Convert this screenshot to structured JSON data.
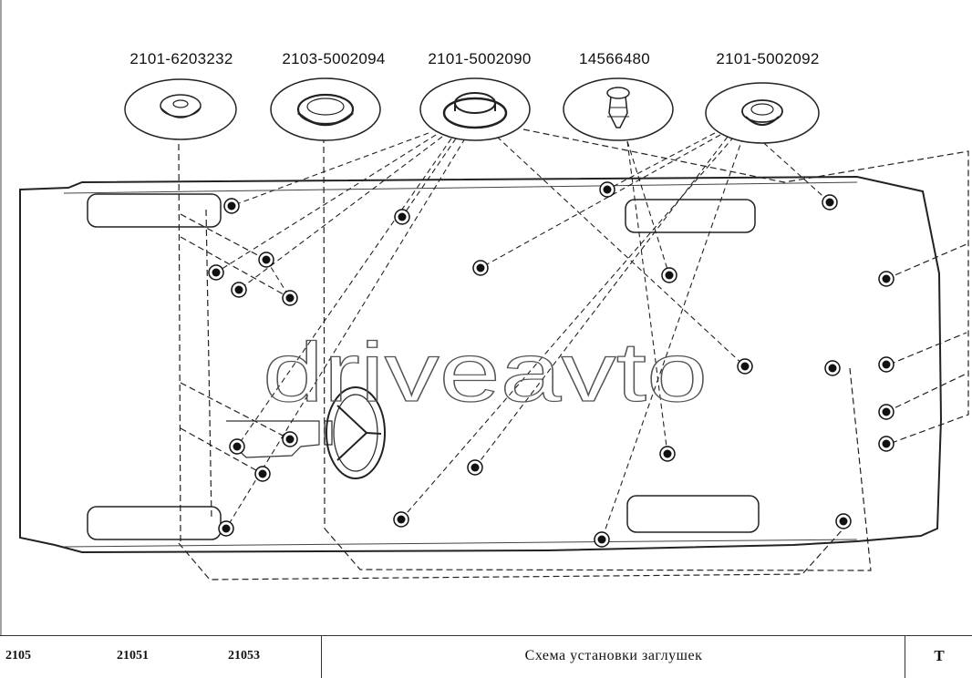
{
  "part_labels": [
    "2101-6203232",
    "2103-5002094",
    "2101-5002090",
    "14566480",
    "2101-5002092"
  ],
  "watermark": "driveavto",
  "footer": {
    "models": [
      "2105",
      "21051",
      "21053"
    ],
    "title": "Схема установки заглушек",
    "code": "T"
  }
}
